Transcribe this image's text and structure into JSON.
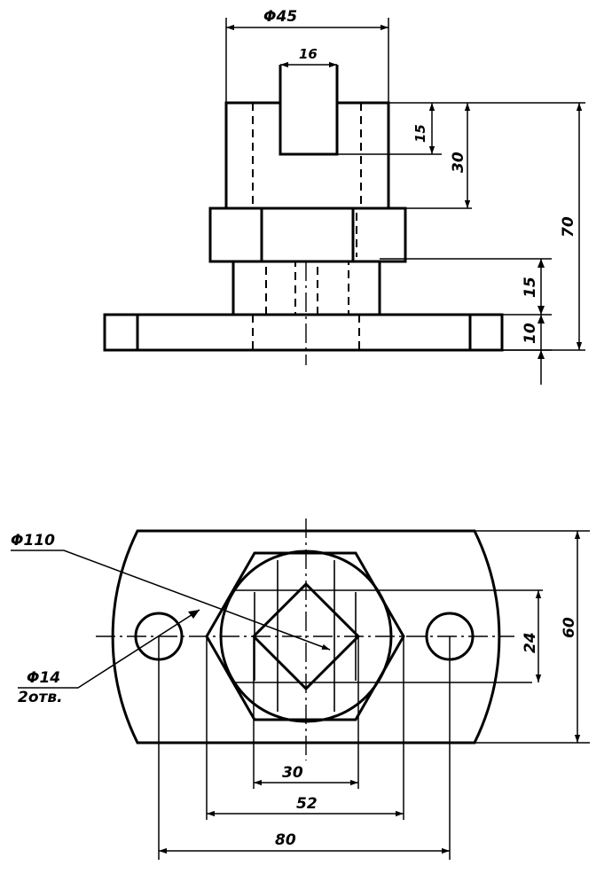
{
  "front_view": {
    "dims": {
      "dia_45": "Φ45",
      "w_16": "16",
      "h_15_top": "15",
      "h_30": "30",
      "h_70": "70",
      "h_15_mid": "15",
      "h_10": "10"
    }
  },
  "top_view": {
    "dims": {
      "dia_110": "Φ110",
      "hole_line1": "Φ14",
      "hole_line2": "2отв.",
      "h_24": "24",
      "h_60": "60",
      "w_30": "30",
      "w_52": "52",
      "w_80": "80"
    }
  }
}
